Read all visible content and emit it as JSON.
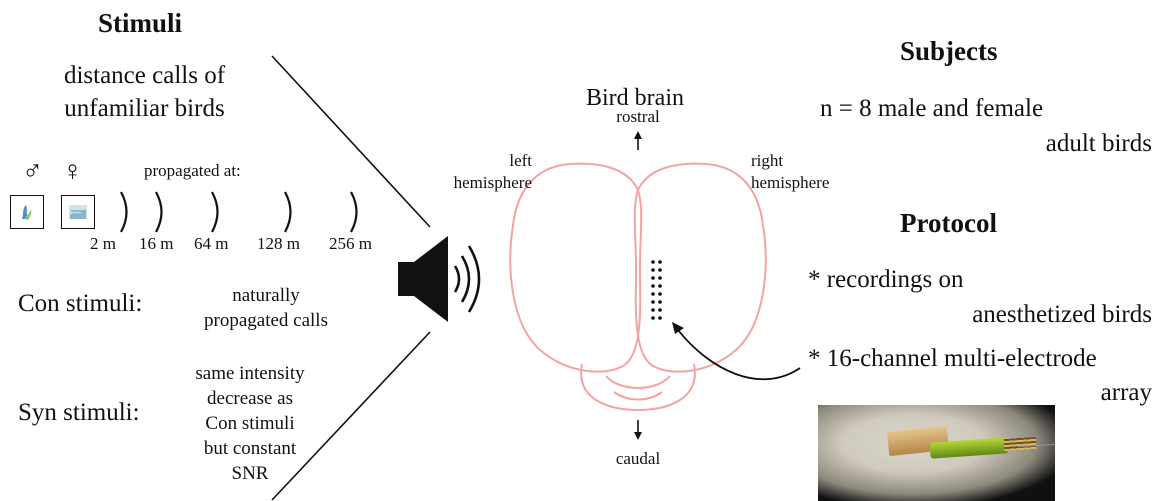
{
  "stimuli": {
    "title": "Stimuli",
    "desc_line1": "distance calls of",
    "desc_line2": "unfamiliar birds",
    "male_symbol": "♂",
    "female_symbol": "♀",
    "propagated_label": "propagated at:",
    "distances": [
      "2 m",
      "16 m",
      "64 m",
      "128 m",
      "256 m"
    ],
    "con_label": "Con stimuli:",
    "con_desc": [
      "naturally",
      "propagated calls"
    ],
    "syn_label": "Syn stimuli:",
    "syn_desc": [
      "same intensity",
      "decrease as",
      "Con stimuli",
      "but constant",
      "SNR"
    ]
  },
  "brain": {
    "title": "Bird brain",
    "rostral": "rostral",
    "caudal": "caudal",
    "left_hemi": [
      "left",
      "hemisphere"
    ],
    "right_hemi": [
      "right",
      "hemisphere"
    ],
    "outline_color": "#f4a3a3"
  },
  "subjects": {
    "title": "Subjects",
    "line1": "n = 8 male and female",
    "line2": "adult birds"
  },
  "protocol": {
    "title": "Protocol",
    "item1_line1": "* recordings on",
    "item1_line2": "anesthetized birds",
    "item2_line1": "* 16-channel multi-electrode",
    "item2_line2": "array"
  },
  "icons": {
    "speaker": "speaker-icon",
    "male": "male-symbol-icon",
    "female": "female-symbol-icon",
    "sound_wave": "sound-wave-icon",
    "electrode_photo": "electrode-array-photo"
  }
}
